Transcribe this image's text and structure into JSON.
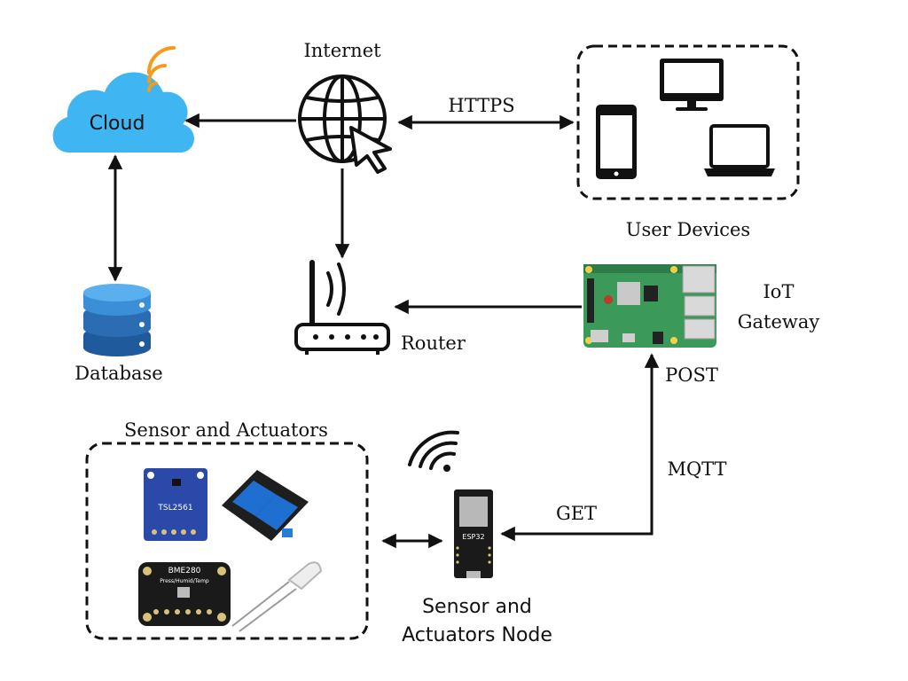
{
  "nodes": {
    "cloud": {
      "label": "Cloud",
      "color": "#3fb6f2",
      "signal_color": "#f59b1b"
    },
    "internet": {
      "label": "Internet"
    },
    "user_devices": {
      "label": "User Devices"
    },
    "database": {
      "label": "Database",
      "color": "#2b6cb3"
    },
    "router": {
      "label": "Router"
    },
    "iot_gateway": {
      "label_line1": "IoT",
      "label_line2": "Gateway",
      "board_color": "#3b9a5a"
    },
    "sensor_group": {
      "label": "Sensor and Actuators"
    },
    "sensor_node": {
      "label_line1": "Sensor and",
      "label_line2": "Actuators Node",
      "chip_label": "ESP32"
    },
    "sensors": {
      "light_sensor_label": "TSL2561",
      "env_sensor_label": "BME280",
      "env_sensor_sublabel": "Press/Humid/Temp"
    }
  },
  "edges": {
    "https": "HTTPS",
    "post": "POST",
    "mqtt": "MQTT",
    "get": "GET"
  },
  "icons": [
    "cloud-icon",
    "globe-cursor-icon",
    "smartphone-icon",
    "monitor-icon",
    "laptop-icon",
    "database-icon",
    "router-icon",
    "raspberry-pi-icon",
    "wifi-icon",
    "esp32-icon",
    "light-sensor-icon",
    "relay-module-icon",
    "bme280-icon",
    "led-icon"
  ]
}
